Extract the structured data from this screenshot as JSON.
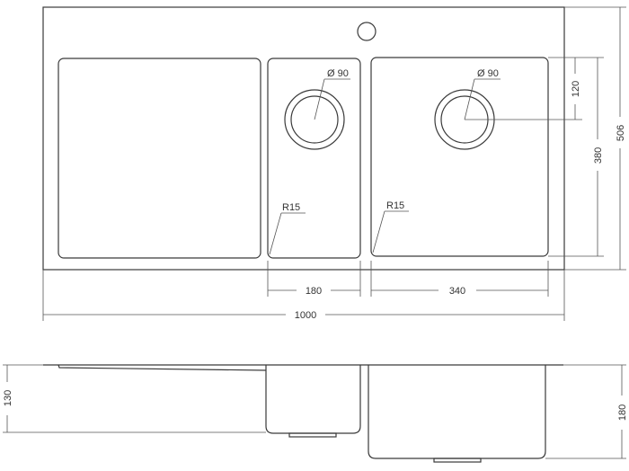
{
  "top_view": {
    "drain_small_label": "Ø 90",
    "drain_large_label": "Ø 90",
    "radius_small_label": "R15",
    "radius_large_label": "R15",
    "dim_small_bowl_width": "180",
    "dim_large_bowl_width": "340",
    "dim_total_width": "1000",
    "dim_drain_offset": "120",
    "dim_bowl_depth": "380",
    "dim_total_depth": "506"
  },
  "side_view": {
    "dim_small_bowl_height": "130",
    "dim_large_bowl_height": "180"
  }
}
